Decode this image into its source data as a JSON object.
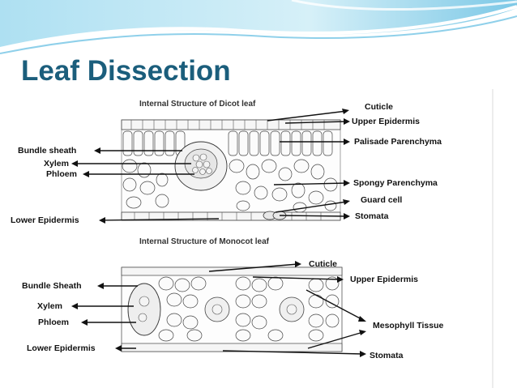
{
  "slide": {
    "title": "Leaf Dissection",
    "accent_color": "#1b5e7c",
    "header_colors": [
      "#bfe6f4",
      "#7cc8e6",
      "#ffffff"
    ]
  },
  "dicot": {
    "caption": "Internal Structure of Dicot leaf",
    "labels": {
      "cuticle": "Cuticle",
      "upper_epidermis": "Upper Epidermis",
      "palisade": "Palisade Parenchyma",
      "spongy": "Spongy Parenchyma",
      "guard_cell": "Guard cell",
      "stomata": "Stomata",
      "bundle_sheath": "Bundle sheath",
      "xylem": "Xylem",
      "phloem": "Phloem",
      "lower_epidermis": "Lower Epidermis"
    }
  },
  "monocot": {
    "caption": "Internal Structure of Monocot leaf",
    "labels": {
      "cuticle": "Cuticle",
      "upper_epidermis": "Upper Epidermis",
      "mesophyll": "Mesophyll Tissue",
      "stomata": "Stomata",
      "bundle_sheath": "Bundle Sheath",
      "xylem": "Xylem",
      "phloem": "Phloem",
      "lower_epidermis": "Lower Epidermis"
    }
  }
}
